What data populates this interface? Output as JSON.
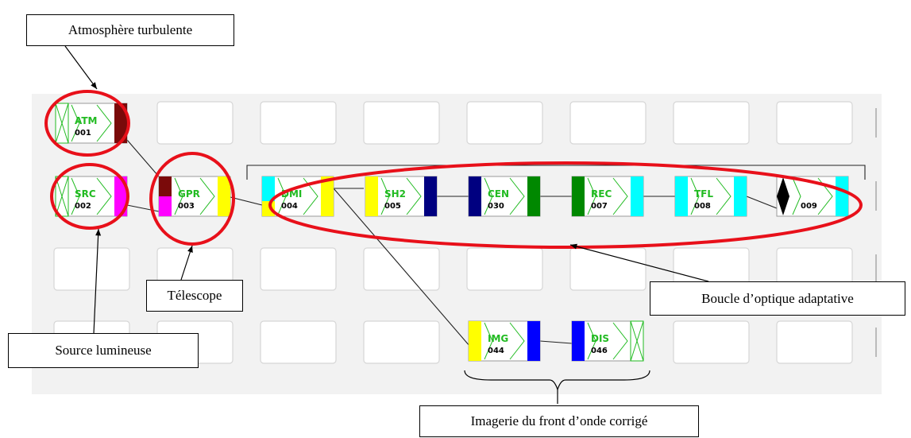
{
  "callouts": {
    "atmosphere": "Atmosphère turbulente",
    "source": "Source lumineuse",
    "telescope": "Télescope",
    "loop": "Boucle d’optique adaptative",
    "imagery": "Imagerie du front d’onde corrigé"
  },
  "modules": [
    {
      "id": "atm",
      "name": "ATM",
      "num": "001"
    },
    {
      "id": "src",
      "name": "SRC",
      "num": "002"
    },
    {
      "id": "gpr",
      "name": "GPR",
      "num": "003"
    },
    {
      "id": "dmi",
      "name": "DMI",
      "num": "004"
    },
    {
      "id": "sh2",
      "name": "SH2",
      "num": "005"
    },
    {
      "id": "cen",
      "name": "CEN",
      "num": "030"
    },
    {
      "id": "rec",
      "name": "REC",
      "num": "007"
    },
    {
      "id": "tfl",
      "name": "TFL",
      "num": "008"
    },
    {
      "id": "m009",
      "name": "",
      "num": "009"
    },
    {
      "id": "img",
      "name": "IMG",
      "num": "044"
    },
    {
      "id": "dis",
      "name": "DIS",
      "num": "046"
    }
  ],
  "colors": {
    "module_text": "#22bb22",
    "arrow": "#22bb22",
    "highlight": "#e8101a",
    "grid": "#d6d6d6",
    "band": "#f2f2f2",
    "maroon": "#7a0a0a",
    "magenta": "#ff00ff",
    "yellow": "#ffff00",
    "cyan": "#00ffff",
    "navy": "#000080",
    "green": "#008800",
    "blue": "#0000ff"
  }
}
